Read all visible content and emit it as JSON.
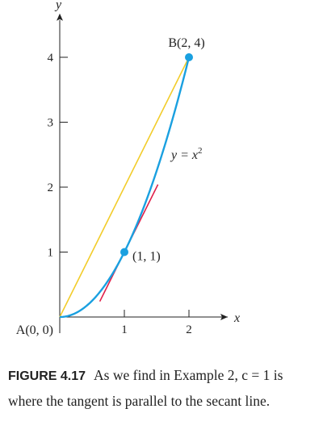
{
  "chart_data": {
    "type": "line",
    "xlabel": "x",
    "ylabel": "y",
    "xlim": [
      0,
      2.6
    ],
    "ylim": [
      0,
      4.6
    ],
    "x_ticks": [
      "1",
      "2"
    ],
    "y_ticks": [
      "1",
      "2",
      "3",
      "4"
    ],
    "series": [
      {
        "name": "y = x2",
        "function": "x^2",
        "domain": [
          0,
          2
        ],
        "color": "#1aa0e0"
      },
      {
        "function": "secant line through A(0, 0) and B(2, 4)",
        "slope": 2,
        "intercept": 0,
        "domain": [
          0,
          2
        ],
        "color": "#f2cc2a"
      },
      {
        "function": "tangent line at (1, 1)",
        "slope": 2,
        "intercept": -1,
        "domain": [
          0.62,
          1.52
        ],
        "color": "#e0204a"
      }
    ],
    "points": [
      {
        "label": "B(2, 4)",
        "x": 2,
        "y": 4,
        "color": "#1aa0e0"
      },
      {
        "label": "(1, 1)",
        "x": 1,
        "y": 1,
        "color": "#1aa0e0"
      },
      {
        "label": "A(0, 0)",
        "x": 0,
        "y": 0
      }
    ],
    "curve_label": {
      "text": "y = x",
      "superscript": "2"
    }
  },
  "caption": {
    "label": "FIGURE 4.17",
    "text": "As we find in Example 2, c = 1 is where the tangent is parallel to the secant line."
  }
}
